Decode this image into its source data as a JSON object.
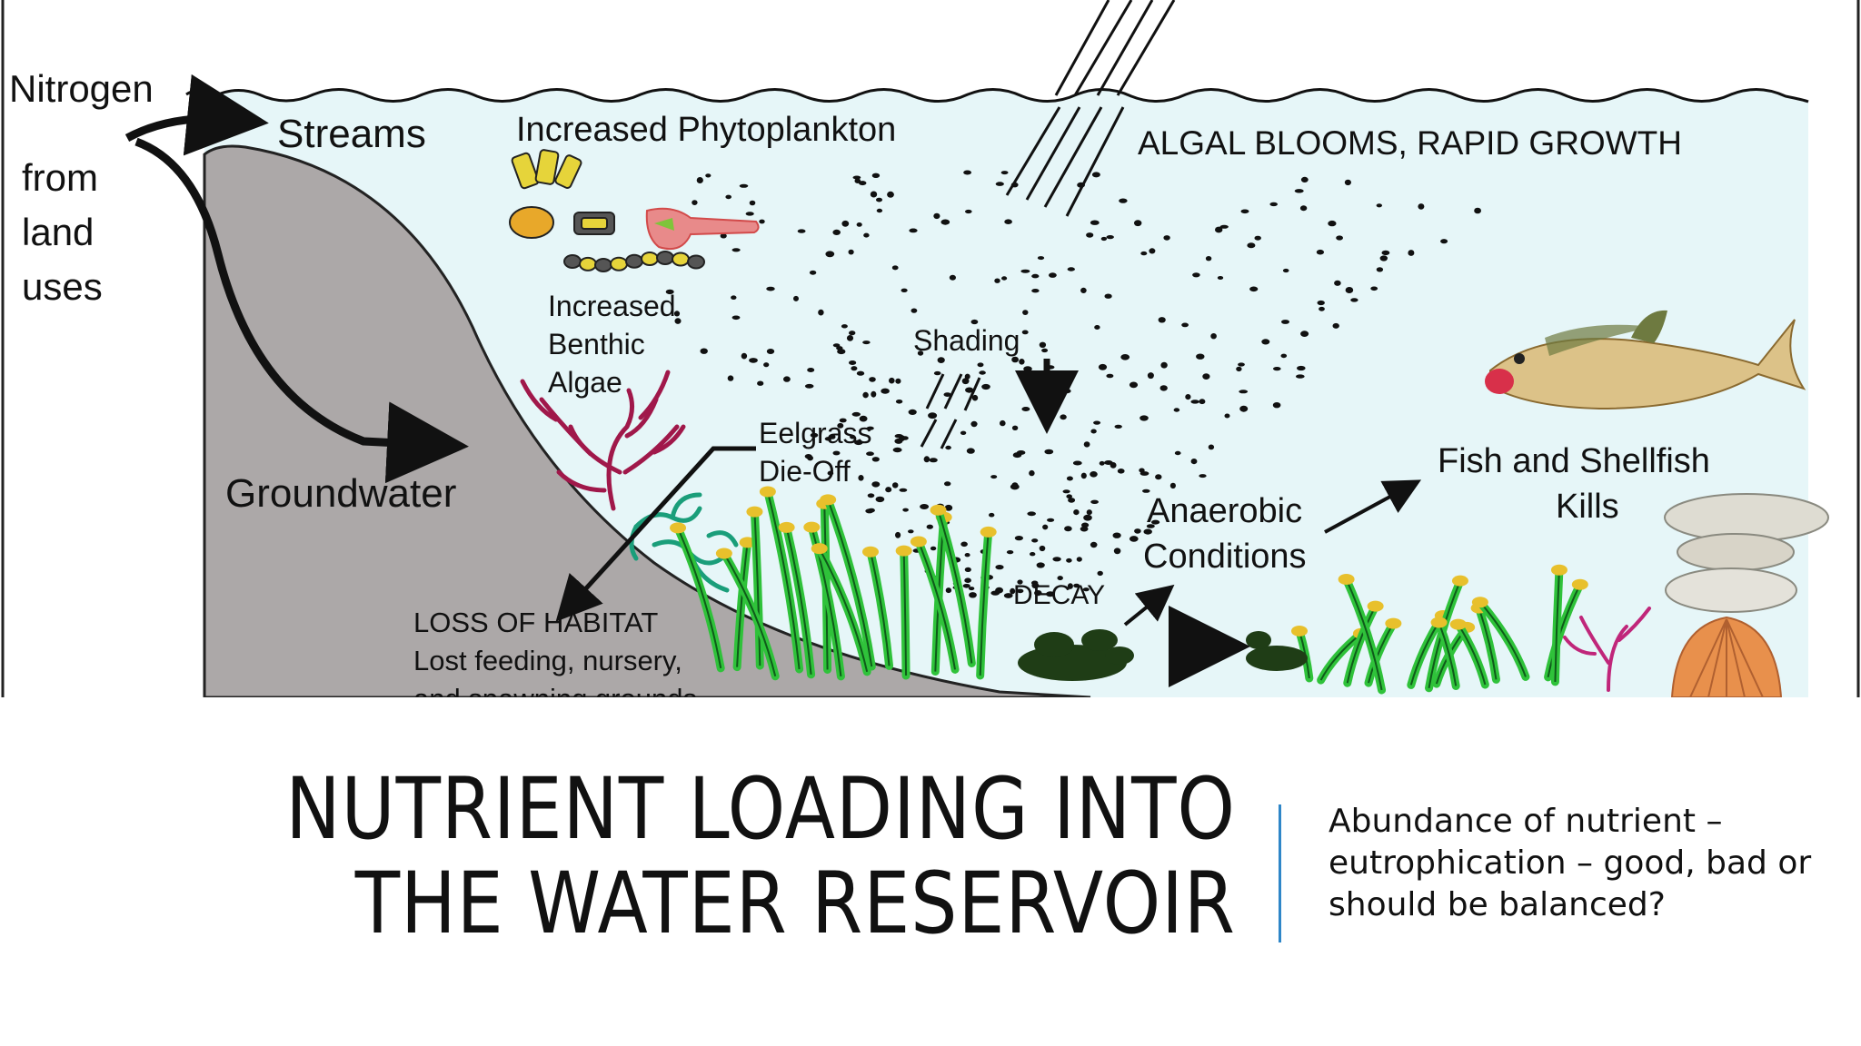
{
  "diagram": {
    "labels": {
      "nitrogen": "Nitrogen",
      "from": "from",
      "land": "land",
      "uses": "uses",
      "streams": "Streams",
      "groundwater": "Groundwater",
      "increased_phytoplankton": "Increased Phytoplankton",
      "algal_blooms": "ALGAL BLOOMS, RAPID GROWTH",
      "increased": "Increased",
      "benthic": "Benthic",
      "algae": "Algae",
      "shading": "Shading",
      "eelgrass": "Eelgrass",
      "die_off": "Die-Off",
      "loss_of_habitat": "LOSS OF HABITAT",
      "lost_feeding": "Lost feeding, nursery,",
      "spawning": "and spawning grounds",
      "anaerobic": "Anaerobic",
      "conditions": "Conditions",
      "decay": "DECAY",
      "fish_and_shellfish": "Fish and Shellfish",
      "kills": "Kills"
    },
    "colors": {
      "water": "#e6f6f8",
      "land": "#aca8a8",
      "eelgrass": "#2fc23a",
      "eelgrass_tips": "#e8c02c",
      "benthic_algae": "#a0184a",
      "seaweed": "#1a9e7a",
      "decay": "#1f3d16",
      "fish": "#dcc288"
    }
  },
  "title": {
    "line1": "NUTRIENT LOADING INTO",
    "line2": "THE WATER RESERVOIR"
  },
  "subtitle": "Abundance of nutrient – eutrophication – good, bad or should be balanced?",
  "accent_color": "#2e86c8"
}
